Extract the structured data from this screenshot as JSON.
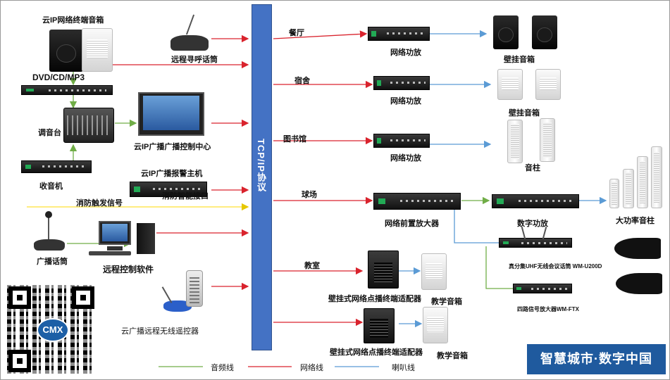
{
  "bus": {
    "label": "TCP/IP协议"
  },
  "left": {
    "speaker_title": "云IP网络终端音箱",
    "paging_mic": "远程寻呼话筒",
    "dvd": "DVD/CD/MP3",
    "mixer": "调音台",
    "control_center": "云IP广播广播控制中心",
    "tuner": "收音机",
    "alarm_host": "云IP广播报警主机",
    "fire_interface": "消防智能接口",
    "fire_signal": "消防触发信号",
    "broadcast_mic": "广播话筒",
    "remote_software": "远程控制软件",
    "wireless_remote": "云广播远程无线遥控器",
    "logo_text": "CMX"
  },
  "zones": [
    {
      "name": "餐厅",
      "device": "网络功放",
      "speaker": "壁挂音箱"
    },
    {
      "name": "宿舍",
      "device": "网络功放",
      "speaker": "壁挂音箱"
    },
    {
      "name": "图书馆",
      "device": "网络功放",
      "speaker": "音柱"
    },
    {
      "name": "球场",
      "device": "网络前置放大器",
      "amp": "数字功放",
      "speaker": "大功率音柱"
    },
    {
      "name": "教室",
      "device": "壁挂式网络点播终端适配器",
      "speaker": "教学音箱"
    },
    {
      "name": "",
      "device": "壁挂式网络点播终端适配器",
      "speaker": "教学音箱"
    }
  ],
  "wireless": {
    "receiver": "真分集UHF无线会议话筒 WM-U200D",
    "amp": "四路信号放大器WM-FTX"
  },
  "legend": [
    {
      "label": "音频线",
      "color": "#70ad47"
    },
    {
      "label": "网络线",
      "color": "#d9232d"
    },
    {
      "label": "喇叭线",
      "color": "#5b9bd5"
    }
  ],
  "brand": "智慧城市·数字中国",
  "colors": {
    "bus": "#4472c4",
    "network": "#d9232d",
    "audio": "#70ad47",
    "speaker": "#5b9bd5",
    "fire": "#ffe135"
  }
}
